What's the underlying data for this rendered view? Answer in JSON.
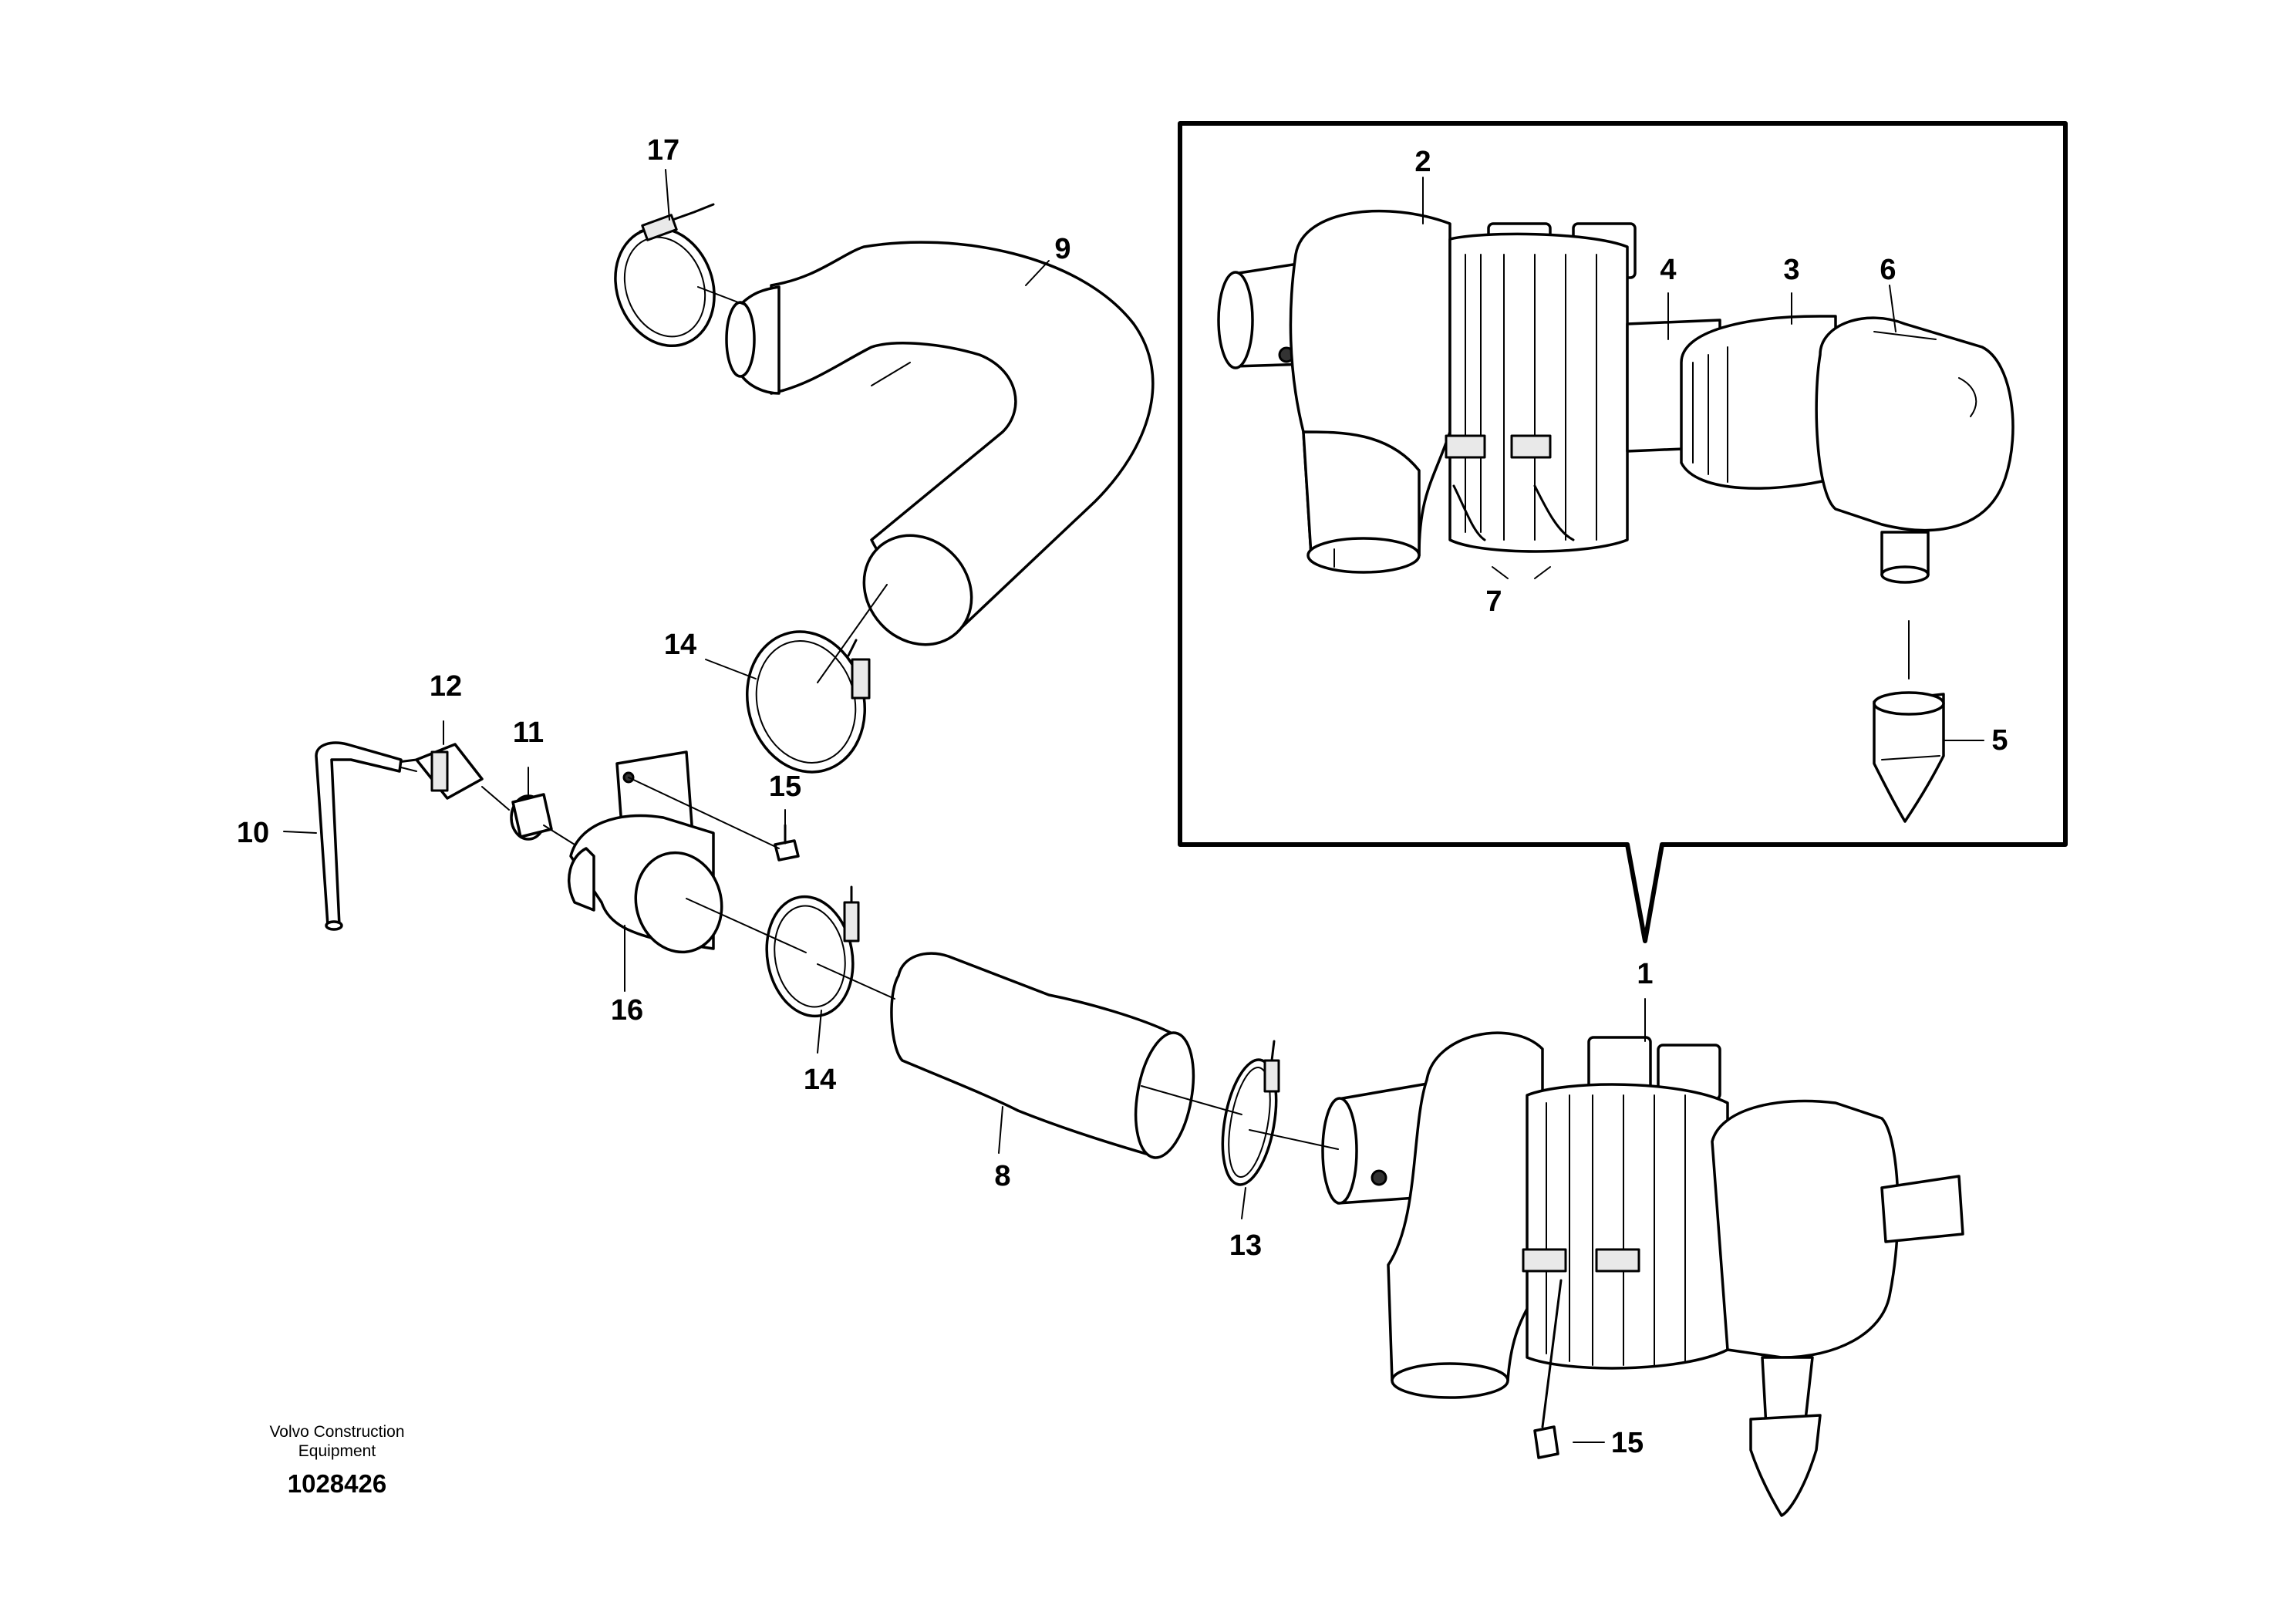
{
  "callouts": {
    "c1": "1",
    "c2": "2",
    "c3": "3",
    "c4": "4",
    "c5": "5",
    "c6": "6",
    "c7": "7",
    "c8": "8",
    "c9": "9",
    "c10": "10",
    "c11": "11",
    "c12": "12",
    "c13": "13",
    "c14a": "14",
    "c14b": "14",
    "c15a": "15",
    "c15b": "15",
    "c16": "16",
    "c17": "17"
  },
  "footer": {
    "brand_line1": "Volvo Construction",
    "brand_line2": "Equipment",
    "drawing_number": "1028426"
  }
}
